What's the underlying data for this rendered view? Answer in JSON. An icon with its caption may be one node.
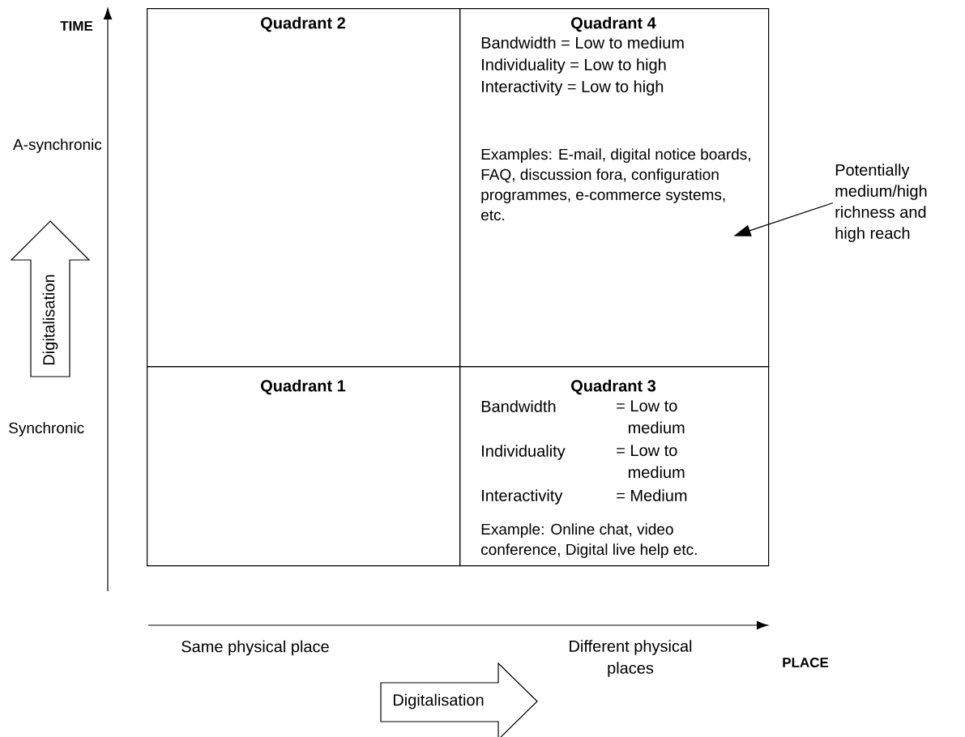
{
  "diagram": {
    "nodes": [
      {
        "text": [
          "Quadrant 2"
        ]
      },
      {
        "text": [
          "Quadrant 4",
          "Bandwidth = Low to medium",
          "Individuality = Low to high",
          "Interactivity = Low to high",
          "Examples: E-mail, digital notice boards, FAQ, discussion fora, configuration programmes, e-commerce systems, etc."
        ]
      },
      {
        "text": [
          "Quadrant 1"
        ]
      },
      {
        "text": [
          "Quadrant 3",
          "Bandwidth",
          "= Low to medium",
          "Individuality",
          "= Low to medium",
          "Interactivity",
          "= Medium",
          "Example: Online chat, video conference, Digital live help etc."
        ]
      },
      {
        "text": [
          "Digitalisation"
        ]
      },
      {
        "text": [
          "Digitalisation"
        ]
      },
      {
        "text": [
          "Potentially medium/high richness and high reach"
        ]
      }
    ],
    "edges": [
      {
        "from": 6,
        "to": 1,
        "arrow": "to"
      }
    ],
    "labels": [
      "TIME",
      "A-synchronic",
      "Synchronic",
      "Same physical place",
      "Different physical places",
      "PLACE"
    ]
  }
}
